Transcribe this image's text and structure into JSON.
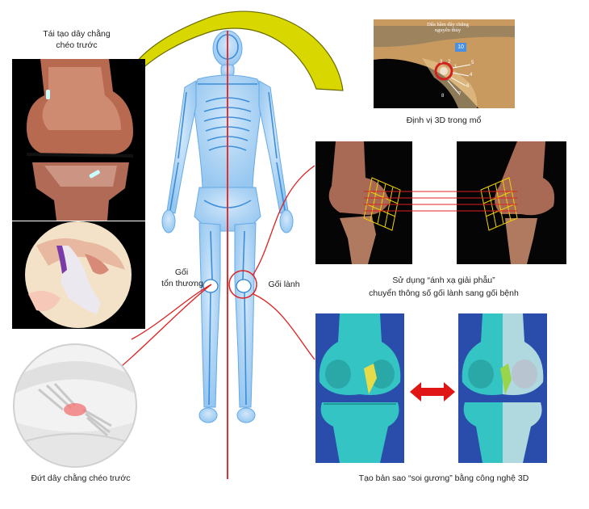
{
  "labels": {
    "acl_reconstruction": "Tái tạo dây chằng\nchéo trước",
    "localization_3d": "Định vị 3D trong mổ",
    "anatomical_mapping_line1": "Sử dụng “ánh xạ giải phẫu”",
    "anatomical_mapping_line2": "chuyển thông số gối lành sang gối bệnh",
    "injured_knee_line1": "Gối",
    "injured_knee_line2": "tổn thương",
    "healthy_knee": "Gối lành",
    "acl_tear": "Đứt dây chằng chéo trước",
    "mirror_copy": "Tạo bản sao “soi gương” bằng công nghệ 3D"
  },
  "inset": {
    "remnant_label": "Dấu hầm dây chằng\nnguyên thủy",
    "badge": "10",
    "numbers": [
      "3",
      "2",
      "1",
      "5",
      "4",
      "6",
      "7",
      "8"
    ]
  },
  "colors": {
    "connector": "#e02020",
    "arrow_yellow": "#d8d800",
    "midline": "#e03030",
    "skeleton": "#2f86d6",
    "grid": "#f0d000",
    "knee_model": "#35c4c4",
    "graft_yellow": "#e6dc4a",
    "graft_green": "#9ad44a",
    "double_arrow": "#e01515"
  }
}
